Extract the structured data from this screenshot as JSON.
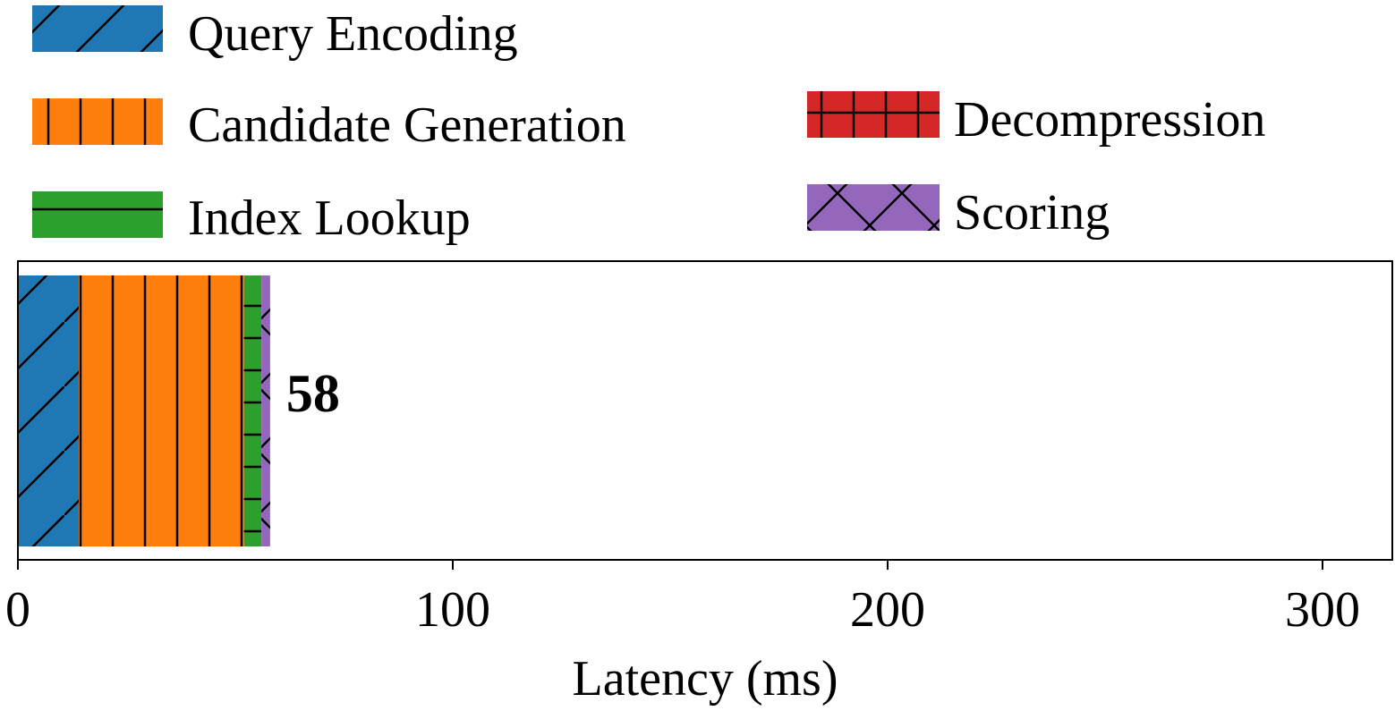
{
  "chart_data": {
    "type": "bar",
    "orientation": "horizontal",
    "stacked": true,
    "xlabel": "Latency (ms)",
    "xlim": [
      0,
      316
    ],
    "xticks": [
      0,
      100,
      200,
      300
    ],
    "grid": false,
    "legend_placement": "top",
    "series": [
      {
        "name": "Query Encoding",
        "value": 14,
        "color": "#1f77b4",
        "hatch": "diagonal"
      },
      {
        "name": "Candidate Generation",
        "value": 38,
        "color": "#ff7f0e",
        "hatch": "vertical"
      },
      {
        "name": "Index Lookup",
        "value": 4,
        "color": "#2ca02c",
        "hatch": "horizontal"
      },
      {
        "name": "Decompression",
        "value": 0,
        "color": "#d62728",
        "hatch": "grid"
      },
      {
        "name": "Scoring",
        "value": 2,
        "color": "#9467bd",
        "hatch": "cross"
      }
    ],
    "total_label": "58"
  }
}
